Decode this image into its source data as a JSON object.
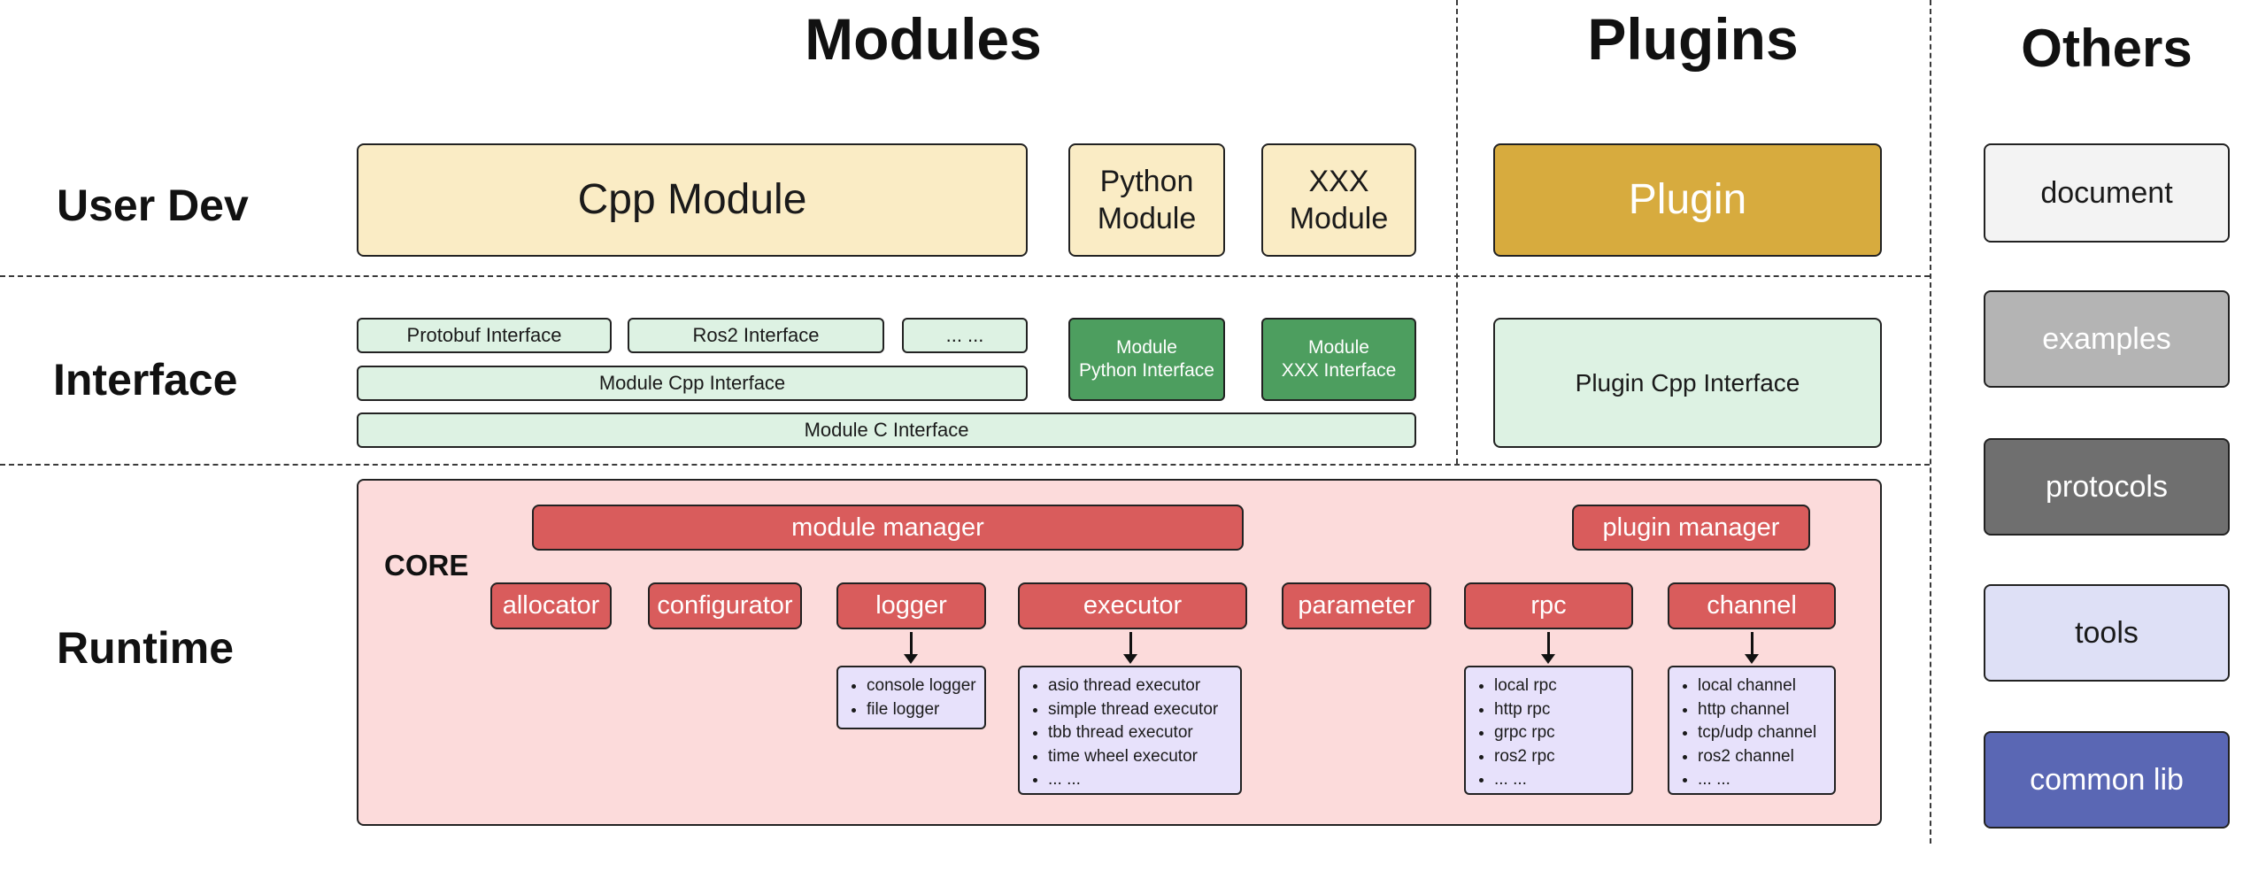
{
  "titles": {
    "modules": "Modules",
    "plugins": "Plugins",
    "others": "Others"
  },
  "row_labels": {
    "user_dev": "User Dev",
    "interface": "Interface",
    "runtime": "Runtime"
  },
  "user_dev": {
    "cpp_module": "Cpp Module",
    "python_module": "Python Module",
    "xxx_module": "XXX Module",
    "plugin": "Plugin"
  },
  "interface": {
    "protobuf_interface": "Protobuf Interface",
    "ros2_interface": "Ros2 Interface",
    "ellipsis": "... ...",
    "module_cpp_interface": "Module Cpp Interface",
    "module_c_interface": "Module C Interface",
    "module_python_interface": [
      "Module",
      "Python Interface"
    ],
    "module_xxx_interface": [
      "Module",
      "XXX Interface"
    ],
    "plugin_cpp_interface": "Plugin Cpp Interface"
  },
  "runtime": {
    "core_label": "CORE",
    "module_manager": "module manager",
    "plugin_manager": "plugin manager",
    "components": [
      "allocator",
      "configurator",
      "logger",
      "executor",
      "parameter",
      "rpc",
      "channel"
    ],
    "logger_items": [
      "console logger",
      "file logger"
    ],
    "executor_items": [
      "asio thread executor",
      "simple thread executor",
      "tbb thread executor",
      "time wheel executor",
      "... ..."
    ],
    "rpc_items": [
      "local rpc",
      "http rpc",
      "grpc rpc",
      "ros2 rpc",
      "... ..."
    ],
    "channel_items": [
      "local channel",
      "http channel",
      "tcp/udp channel",
      "ros2 channel",
      "... ..."
    ]
  },
  "others": {
    "document": "document",
    "examples": "examples",
    "protocols": "protocols",
    "tools": "tools",
    "common_lib": "common lib"
  },
  "colors": {
    "cream": "#faecc5",
    "gold": "#d7ab3e",
    "light_green": "#ddf2e3",
    "dark_green": "#4d9e5f",
    "core_pink": "#fcdbdb",
    "red": "#d95c5c",
    "lavender": "#e7e1fb",
    "document_gray": "#f3f3f3",
    "examples_gray": "#b4b4b4",
    "protocols_gray": "#6f6f6f",
    "tools_lavender": "#dee0f6",
    "common_lib_indigo": "#5a67b4"
  }
}
